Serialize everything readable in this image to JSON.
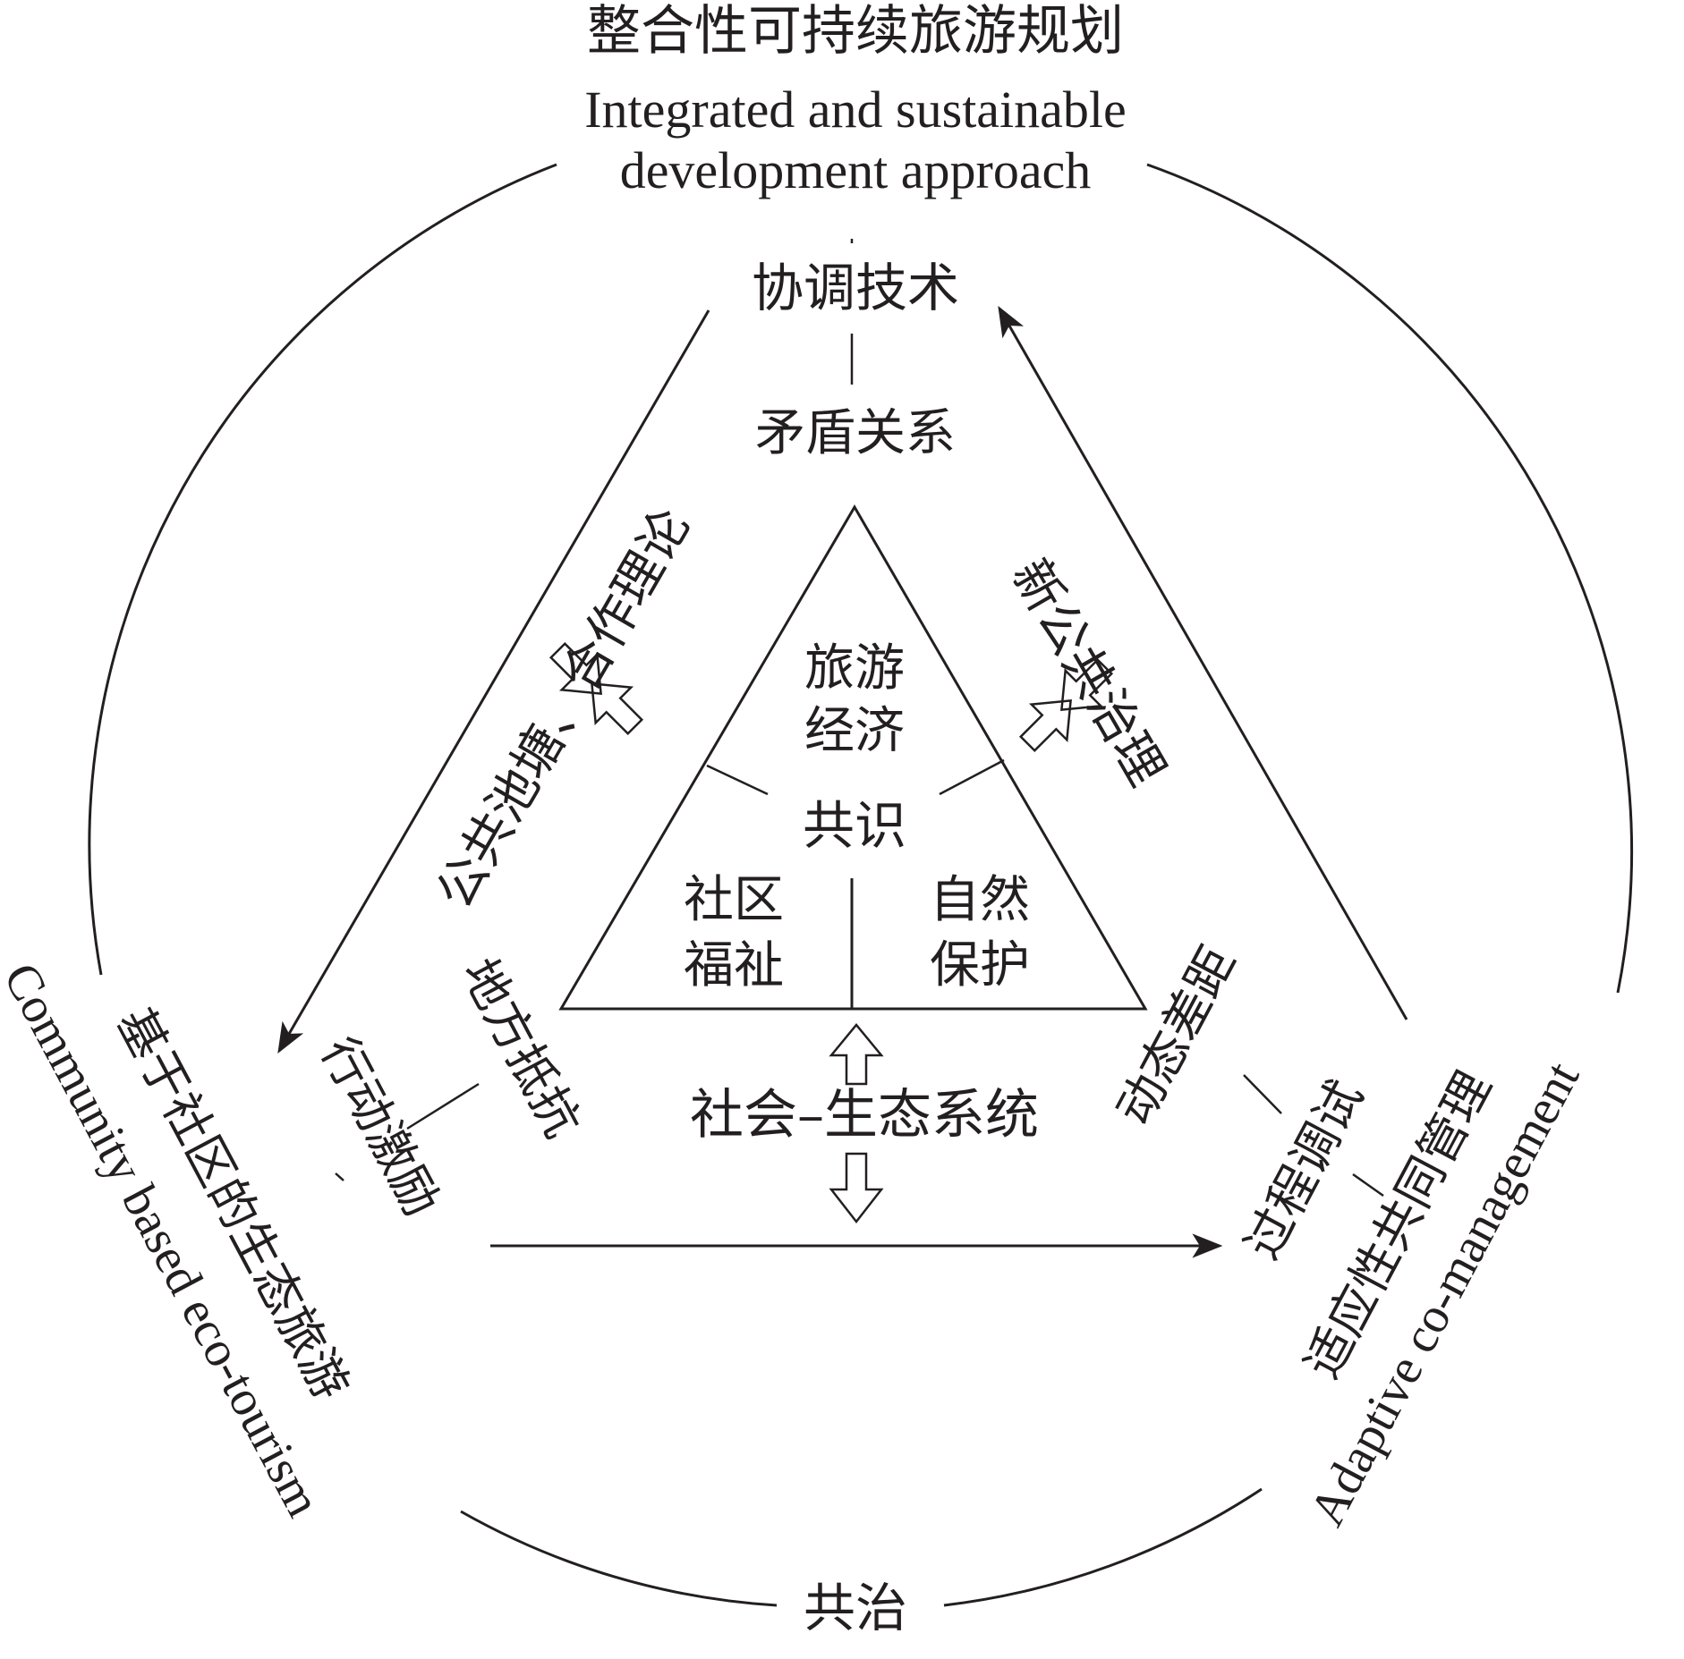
{
  "colors": {
    "ink": "#231f20",
    "background": "#ffffff"
  },
  "outer": {
    "top_cn": "整合性可持续旅游规划",
    "top_en_line1": "Integrated and sustainable",
    "top_en_line2": "development approach",
    "left_cn": "基于社区的生态旅游",
    "left_en": "Community based eco-tourism",
    "right_cn": "适应性共同管理",
    "right_en": "Adaptive co-management",
    "bottom_cn": "共治"
  },
  "middle": {
    "top_technique": "协调技术",
    "top_relation": "矛盾关系",
    "left_theory": "公共池塘、合作理论",
    "right_theory": "新公共治理",
    "left_relation": "地方抵抗",
    "left_technique": "行动激励",
    "right_relation": "动态差距",
    "right_technique": "过程调试"
  },
  "inner": {
    "top_line1": "旅游",
    "top_line2": "经济",
    "center": "共识",
    "left_line1": "社区",
    "left_line2": "福祉",
    "right_line1": "自然",
    "right_line2": "保护"
  },
  "system": "社会–生态系统",
  "icons": [
    "double-arrow-icon",
    "arrowhead-icon"
  ]
}
